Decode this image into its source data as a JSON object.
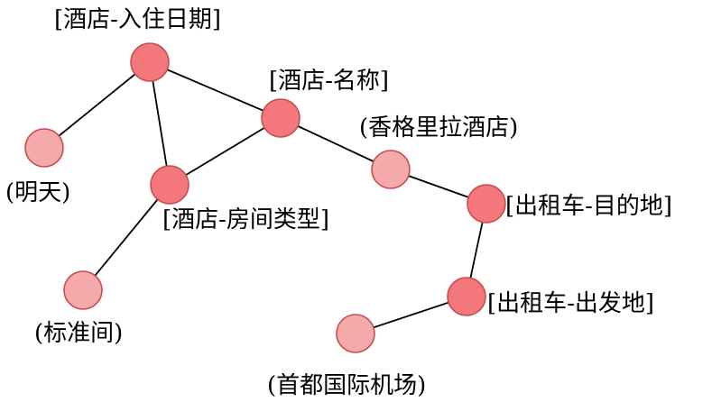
{
  "colors": {
    "slot_fill": "#f4777b",
    "value_fill": "#f5a9ab",
    "node_stroke": "#c0504d",
    "edge": "#000000"
  },
  "nodes": [
    {
      "id": "hotel-checkin-date",
      "kind": "slot",
      "label": "[酒店-入住日期]"
    },
    {
      "id": "hotel-name",
      "kind": "slot",
      "label": "[酒店-名称]"
    },
    {
      "id": "hotel-room-type",
      "kind": "slot",
      "label": "[酒店-房间类型]"
    },
    {
      "id": "taxi-destination",
      "kind": "slot",
      "label": "[出租车-目的地]"
    },
    {
      "id": "taxi-departure",
      "kind": "slot",
      "label": "[出租车-出发地]"
    },
    {
      "id": "tomorrow",
      "kind": "value",
      "label": "(明天)"
    },
    {
      "id": "shangri-la-hotel",
      "kind": "value",
      "label": "(香格里拉酒店)"
    },
    {
      "id": "standard-room",
      "kind": "value",
      "label": "(标准间)"
    },
    {
      "id": "capital-airport",
      "kind": "value",
      "label": "(首都国际机场)"
    }
  ],
  "edges": [
    {
      "from": "hotel-checkin-date",
      "to": "tomorrow"
    },
    {
      "from": "hotel-checkin-date",
      "to": "hotel-name"
    },
    {
      "from": "hotel-checkin-date",
      "to": "hotel-room-type"
    },
    {
      "from": "hotel-name",
      "to": "hotel-room-type"
    },
    {
      "from": "hotel-room-type",
      "to": "standard-room"
    },
    {
      "from": "hotel-name",
      "to": "shangri-la-hotel"
    },
    {
      "from": "shangri-la-hotel",
      "to": "taxi-destination"
    },
    {
      "from": "taxi-destination",
      "to": "taxi-departure"
    },
    {
      "from": "taxi-departure",
      "to": "capital-airport"
    }
  ]
}
